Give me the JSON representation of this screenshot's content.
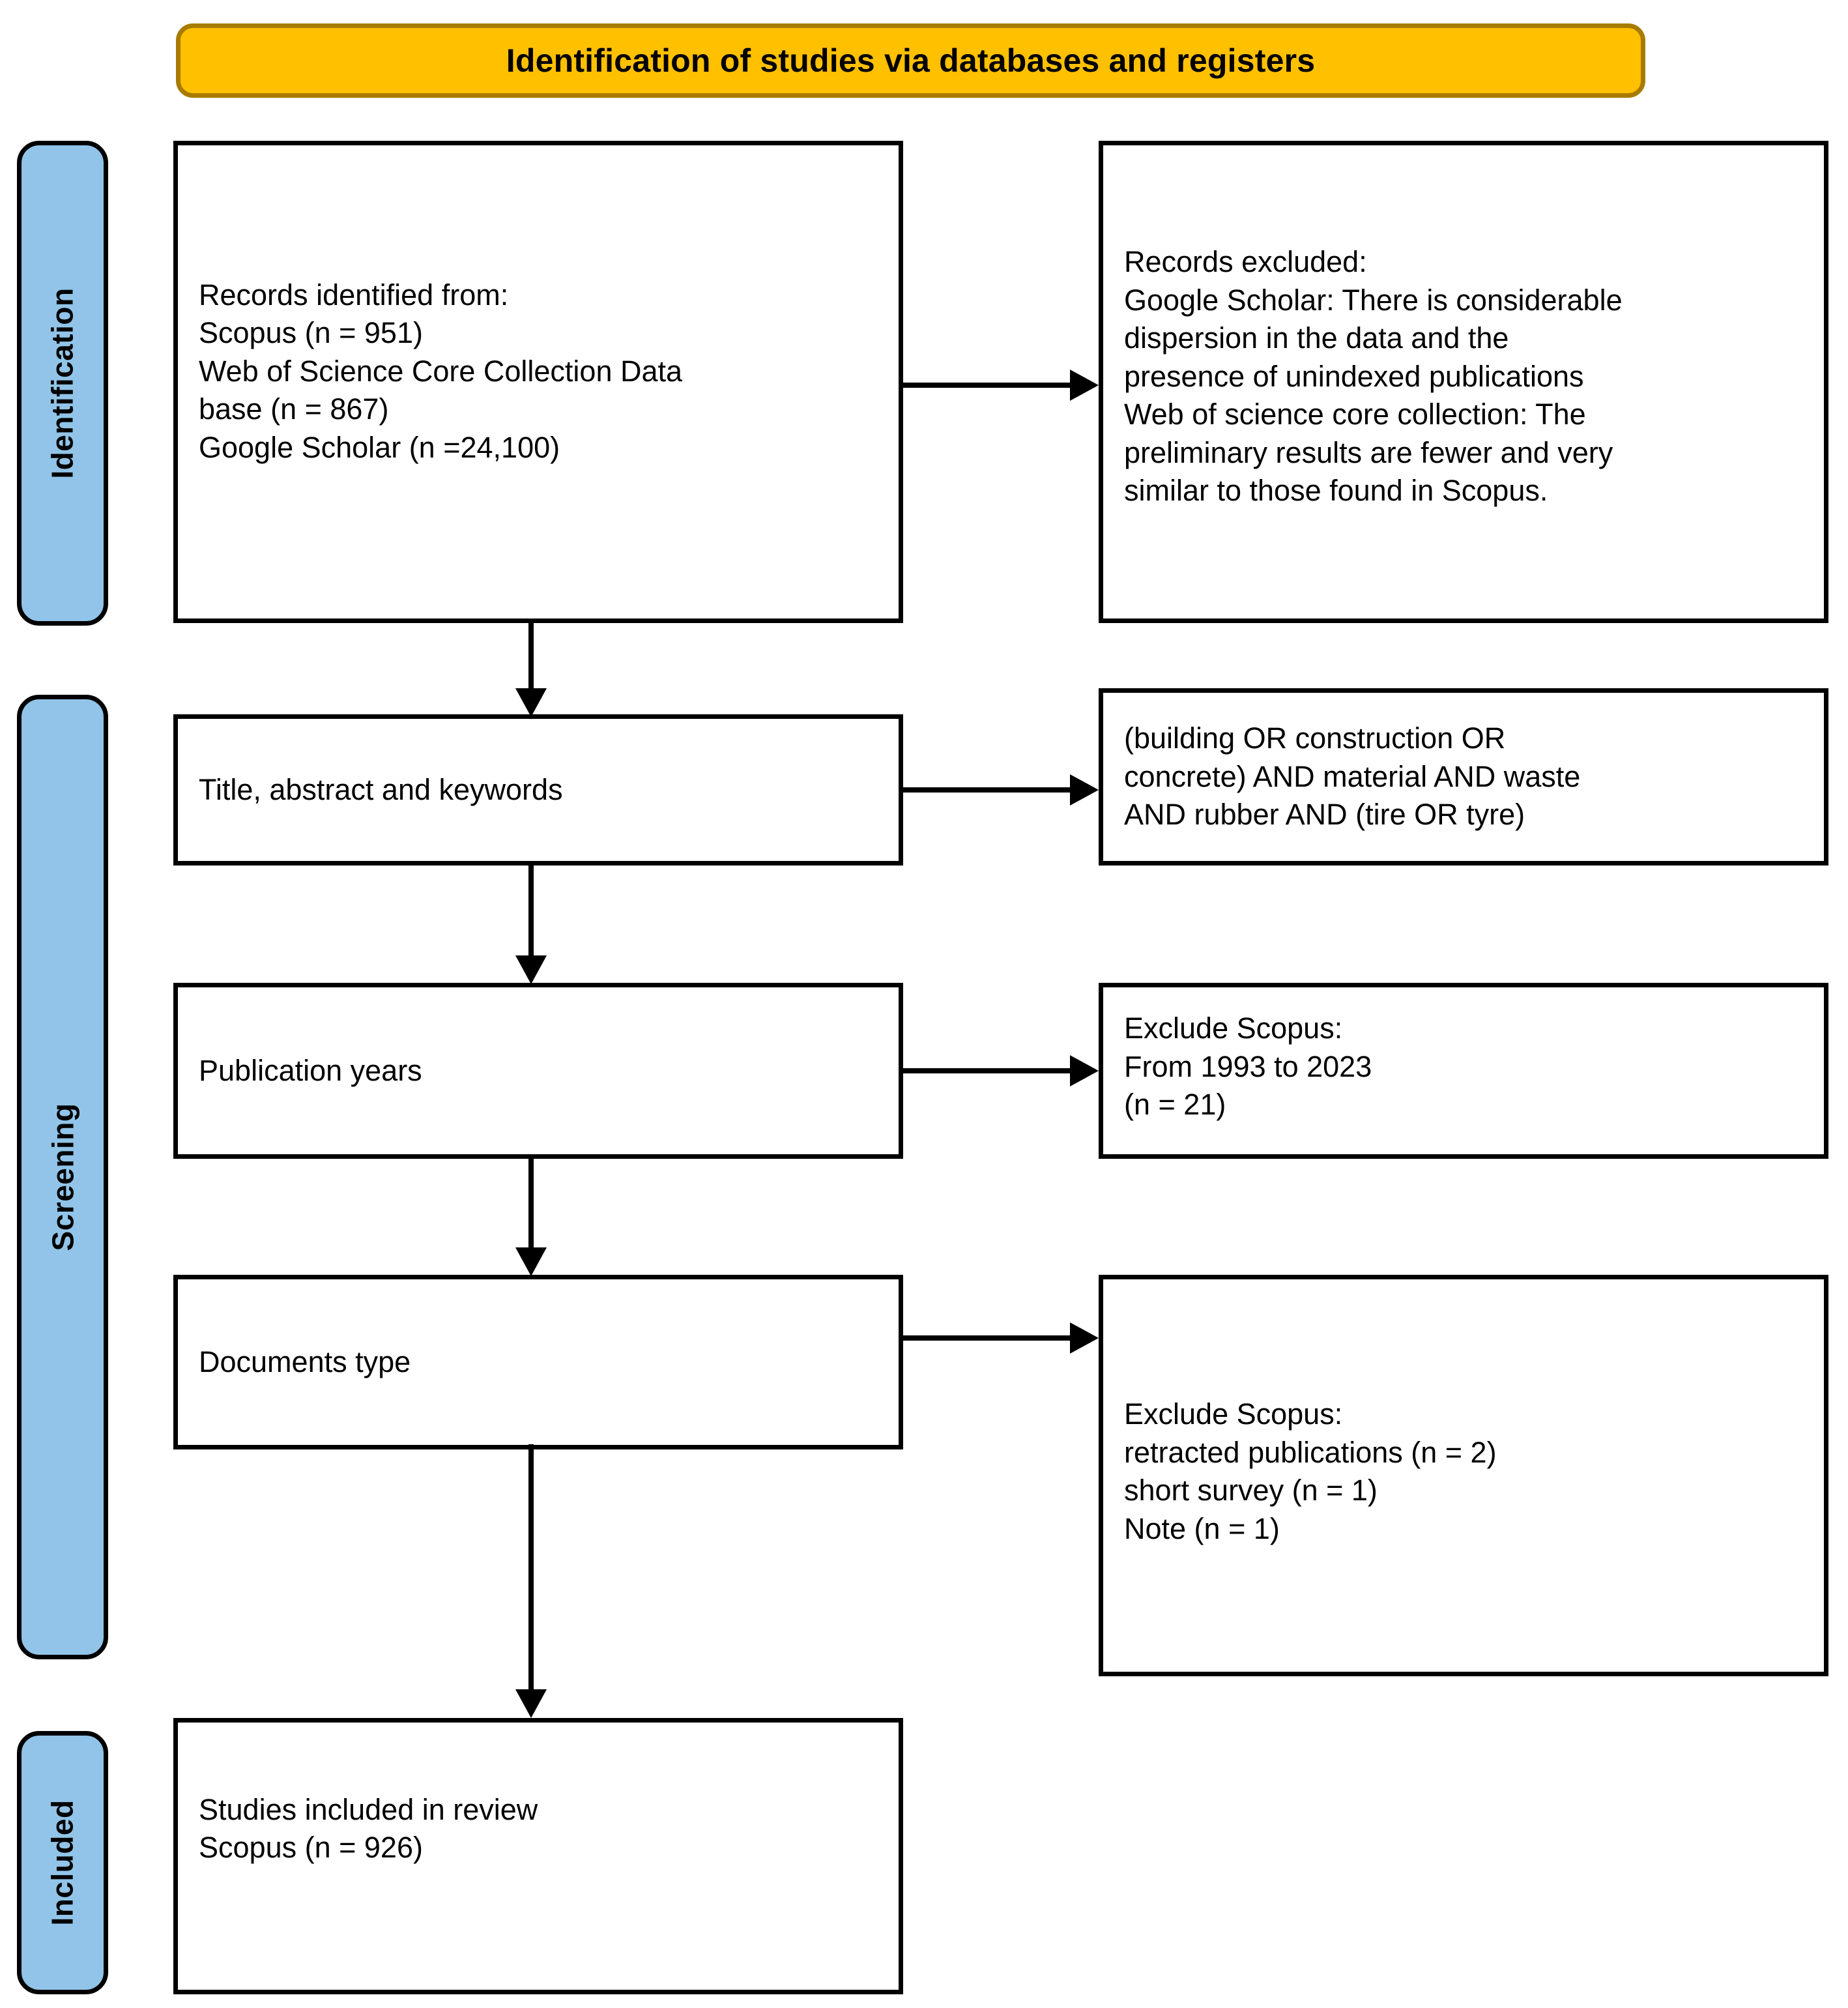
{
  "header": {
    "title": "Identification of studies via databases and registers",
    "fill_color": "#FFC000",
    "border_color": "#A87B00"
  },
  "stages": [
    {
      "id": "identification",
      "label": "Identification",
      "fill_color": "#91C4E8"
    },
    {
      "id": "screening",
      "label": "Screening",
      "fill_color": "#91C4E8"
    },
    {
      "id": "included",
      "label": "Included",
      "fill_color": "#91C4E8"
    }
  ],
  "boxes": {
    "records_identified": "Records identified from:\nScopus (n = 951)\nWeb of Science Core Collection Data\nbase (n = 867)\nGoogle Scholar (n =24,100)",
    "records_excluded": "Records excluded:\nGoogle Scholar: There is considerable\ndispersion in the data and the\npresence of unindexed publications\nWeb of science core collection: The\npreliminary results are fewer and very\nsimilar to those found in Scopus.",
    "title_abstract_keywords": "Title, abstract and keywords",
    "search_string": "(building OR construction OR\nconcrete) AND material AND waste\nAND rubber AND (tire OR tyre)",
    "publication_years": "Publication years",
    "exclude_years": "Exclude Scopus:\nFrom 1993 to 2023\n(n = 21)",
    "documents_type": "Documents type",
    "exclude_doctypes": "Exclude Scopus:\nretracted publications (n = 2)\nshort survey (n = 1)\nNote (n = 1)",
    "studies_included": "Studies included in review\nScopus (n = 926)"
  },
  "chart_data": {
    "type": "diagram",
    "title": "Identification of studies via databases and registers",
    "nodes": [
      {
        "id": "records_identified",
        "stage": "Identification",
        "column": "left",
        "label": "Records identified from:",
        "sources": [
          {
            "name": "Scopus",
            "n": 951
          },
          {
            "name": "Web of Science Core Collection Database",
            "n": 867
          },
          {
            "name": "Google Scholar",
            "n": 24100
          }
        ]
      },
      {
        "id": "records_excluded",
        "stage": "Identification",
        "column": "right",
        "label": "Records excluded:",
        "reasons": [
          "Google Scholar: There is considerable dispersion in the data and the presence of unindexed publications",
          "Web of science core collection: The preliminary results are fewer and very similar to those found in Scopus."
        ]
      },
      {
        "id": "title_abstract_keywords",
        "stage": "Screening",
        "column": "left",
        "label": "Title, abstract and keywords"
      },
      {
        "id": "search_string",
        "stage": "Screening",
        "column": "right",
        "label": "(building OR construction OR concrete) AND material AND waste AND rubber AND (tire OR tyre)"
      },
      {
        "id": "publication_years",
        "stage": "Screening",
        "column": "left",
        "label": "Publication years"
      },
      {
        "id": "exclude_years",
        "stage": "Screening",
        "column": "right",
        "label": "Exclude Scopus: From 1993 to 2023",
        "n": 21
      },
      {
        "id": "documents_type",
        "stage": "Screening",
        "column": "left",
        "label": "Documents type"
      },
      {
        "id": "exclude_doctypes",
        "stage": "Screening",
        "column": "right",
        "label": "Exclude Scopus:",
        "items": [
          {
            "name": "retracted publications",
            "n": 2
          },
          {
            "name": "short survey",
            "n": 1
          },
          {
            "name": "Note",
            "n": 1
          }
        ]
      },
      {
        "id": "studies_included",
        "stage": "Included",
        "column": "left",
        "label": "Studies included in review",
        "source": "Scopus",
        "n": 926
      }
    ],
    "edges": [
      {
        "from": "records_identified",
        "to": "records_excluded",
        "direction": "right"
      },
      {
        "from": "records_identified",
        "to": "title_abstract_keywords",
        "direction": "down"
      },
      {
        "from": "title_abstract_keywords",
        "to": "search_string",
        "direction": "right"
      },
      {
        "from": "title_abstract_keywords",
        "to": "publication_years",
        "direction": "down"
      },
      {
        "from": "publication_years",
        "to": "exclude_years",
        "direction": "right"
      },
      {
        "from": "publication_years",
        "to": "documents_type",
        "direction": "down"
      },
      {
        "from": "documents_type",
        "to": "exclude_doctypes",
        "direction": "right"
      },
      {
        "from": "documents_type",
        "to": "studies_included",
        "direction": "down"
      }
    ]
  }
}
